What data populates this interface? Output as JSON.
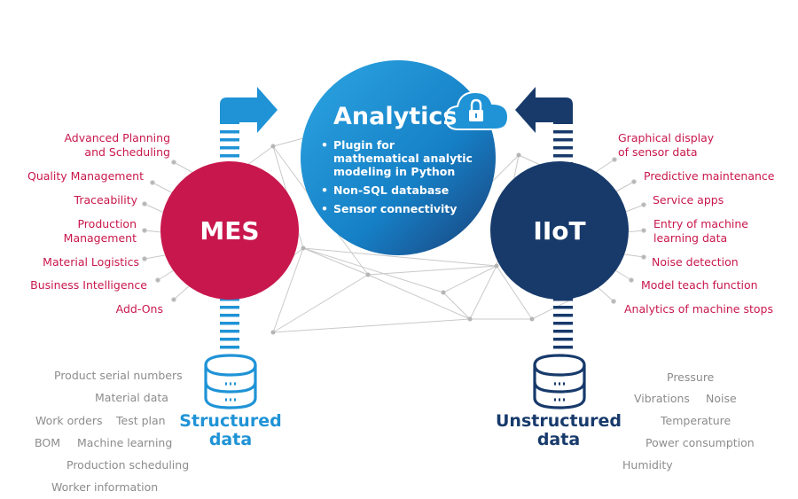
{
  "analytics": {
    "title": "Analytics",
    "bullets": [
      "Plugin for mathematical analytic modeling in Python",
      "Non-SQL database",
      "Sensor connectivity"
    ]
  },
  "mes": {
    "title": "MES",
    "functions": [
      "Advanced Planning\nand Scheduling",
      "Quality Management",
      "Traceability",
      "Production\nManagement",
      "Material Logistics",
      "Business Intelligence",
      "Add-Ons"
    ]
  },
  "iiot": {
    "title": "IIoT",
    "functions": [
      "Graphical display\nof sensor data",
      "Predictive maintenance",
      "Service apps",
      "Entry of machine\nlearning data",
      "Noise detection",
      "Model teach function",
      "Analytics of machine stops"
    ]
  },
  "structured": {
    "title_line1": "Structured",
    "title_line2": "data",
    "items": [
      "Product serial numbers",
      "Material data",
      "Work orders",
      "Test plan",
      "BOM",
      "Machine learning",
      "Production scheduling",
      "Worker information"
    ]
  },
  "unstructured": {
    "title_line1": "Unstructured",
    "title_line2": "data",
    "items": [
      "Pressure",
      "Vibrations",
      "Noise",
      "Temperature",
      "Power consumption",
      "Humidity"
    ]
  },
  "colors": {
    "mes": "#c8174d",
    "analytics": "#1f8fd0",
    "iiot": "#173a6b",
    "structured": "#1f93d6",
    "unstructured": "#173a6b",
    "grey_text": "#8c8c8c"
  },
  "icons": [
    "cloud-lock-icon",
    "database-icon",
    "arrow-icon"
  ]
}
